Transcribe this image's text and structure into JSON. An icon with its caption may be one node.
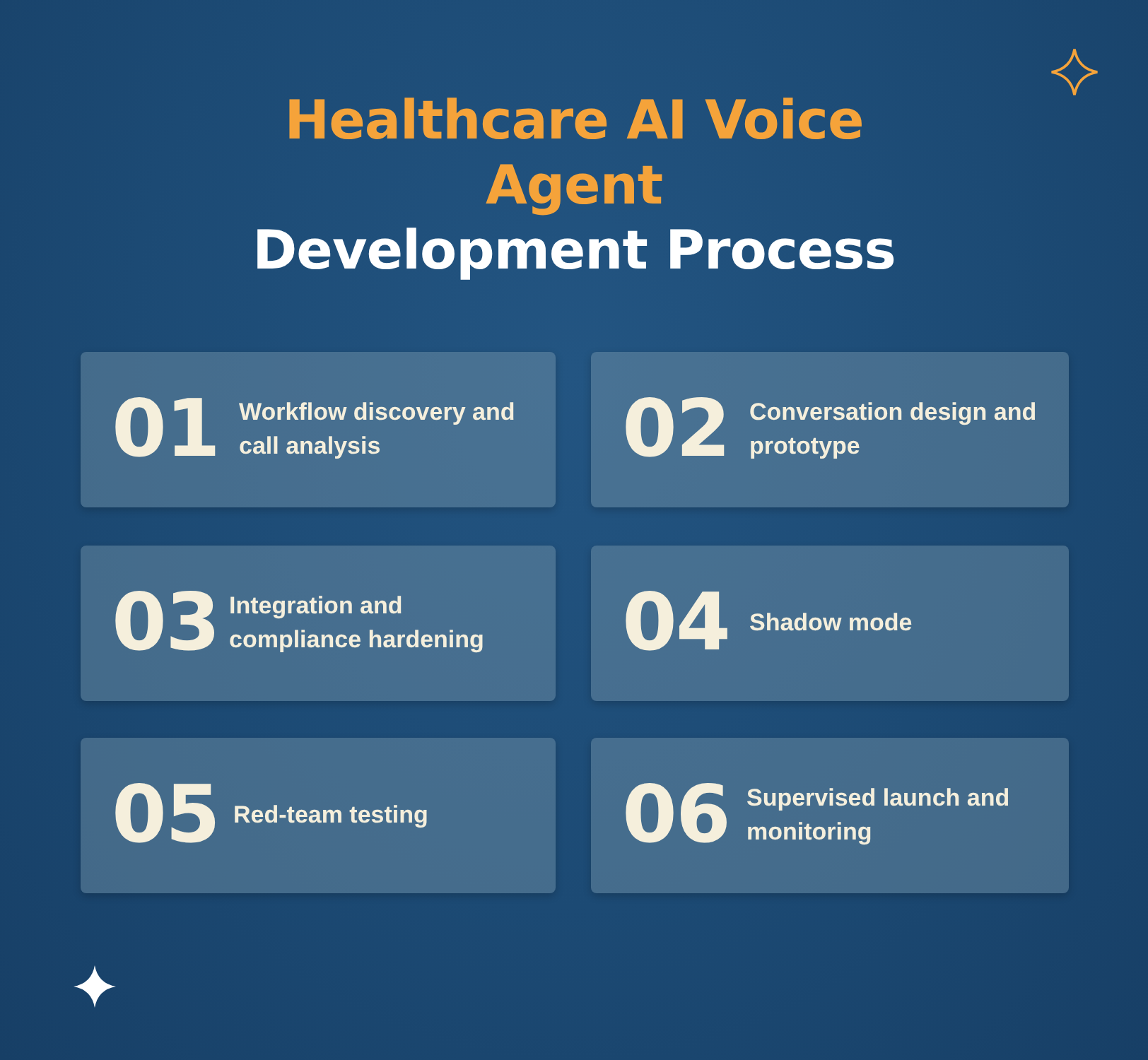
{
  "diagram": {
    "title": "Healthcare AI Voice Agent Development Process",
    "nodes": [
      {
        "text": [
          "01",
          "Workflow discovery and call analysis"
        ]
      },
      {
        "text": [
          "02",
          "Conversation design and prototype"
        ]
      },
      {
        "text": [
          "03",
          "Integration and compliance hardening"
        ]
      },
      {
        "text": [
          "04",
          "Shadow mode"
        ]
      },
      {
        "text": [
          "05",
          "Red-team testing"
        ]
      },
      {
        "text": [
          "06",
          "Supervised launch and monitoring"
        ]
      }
    ]
  }
}
